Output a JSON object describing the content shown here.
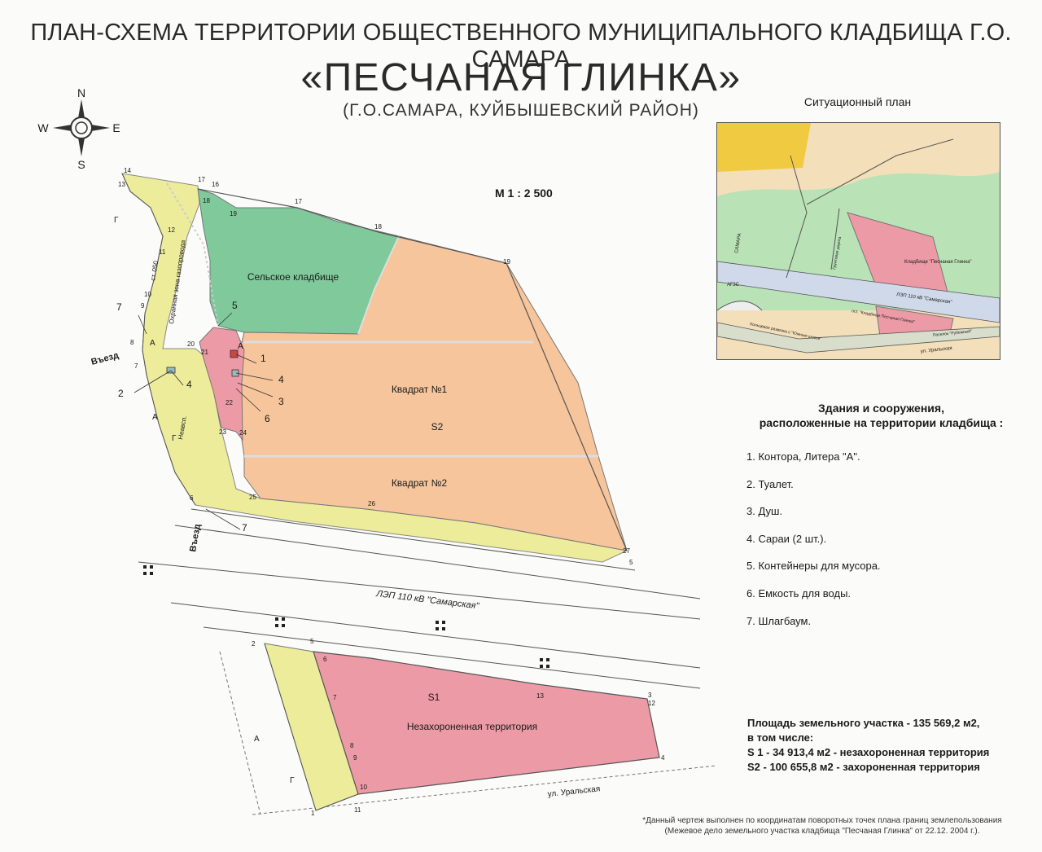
{
  "header": {
    "line1": "ПЛАН-СХЕМА ТЕРРИТОРИИ ОБЩЕСТВЕННОГО МУНИЦИПАЛЬНОГО КЛАДБИЩА Г.О. САМАРА",
    "line2": "«ПЕСЧАНАЯ ГЛИНКА»",
    "line3": "(Г.О.САМАРА, КУЙБЫШЕВСКИЙ РАЙОН)"
  },
  "compass": {
    "n": "N",
    "s": "S",
    "w": "W",
    "e": "E"
  },
  "scale": "М 1 : 2 500",
  "zones": {
    "village_cemetery": "Сельское кладбище",
    "square1": "Квадрат №1",
    "square2": "Квадрат №2",
    "s2": "S2",
    "s1": "S1",
    "unburied": "Незахороненная территория",
    "protection_zone": "Охранная зона газопровода",
    "ellipsis": "Неавсп."
  },
  "roads": {
    "entry1": "Въезд",
    "entry2": "Въезд",
    "power_line": "ЛЭП 110 кВ \"Самарская\"",
    "uralskaya": "ул. Уральская",
    "road_side": "ст. 050"
  },
  "letters": {
    "a1": "А",
    "a2": "А",
    "a3": "А",
    "a4": "А",
    "g1": "Г",
    "g2": "Г",
    "g3": "Г"
  },
  "points_north": [
    "14",
    "13",
    "17",
    "16",
    "18",
    "19",
    "17",
    "18",
    "19",
    "12",
    "11",
    "10",
    "9",
    "8",
    "7",
    "20",
    "21",
    "22",
    "23",
    "24",
    "25",
    "26",
    "27",
    "5",
    "6"
  ],
  "points_south": [
    "2",
    "5",
    "6",
    "7",
    "8",
    "9",
    "10",
    "11",
    "1",
    "3",
    "12",
    "13",
    "4"
  ],
  "callouts": {
    "c1": "1",
    "c2": "2",
    "c3": "3",
    "c4a": "4",
    "c4b": "4",
    "c5": "5",
    "c6": "6",
    "c7a": "7",
    "c7b": "7"
  },
  "situation": {
    "caption": "Ситуационный план",
    "cemetery_label": "Кладбище \"Песчаная Глинка\"",
    "power_line": "ЛЭП 110 кВ \"Самарская\"",
    "agzs": "АГЗС",
    "samara": "САМАРА",
    "street": "ул. Уральская",
    "settlement": "Поселок \"Рубежный\"",
    "ring": "Кольцевая развязка с \"Южным шоссе\"",
    "cemetery_stop": "ост. \"Кладбище Песчаная Глинка\"",
    "road": "Грунтовая дорога"
  },
  "buildings": {
    "title_line1": "Здания и сооружения,",
    "title_line2": "расположенные на территории кладбища :",
    "items": [
      "1. Контора, Литера \"А\".",
      "2. Туалет.",
      "3. Душ.",
      "4. Сараи (2 шт.).",
      "5. Контейнеры для мусора.",
      "6.  Емкость для воды.",
      "7.  Шлагбаум."
    ]
  },
  "area": {
    "line1": "Площадь земельного участка - 135 569,2 м2,",
    "line2": "в том числе:",
    "line3": "S 1 - 34 913,4 м2 - незахороненная территория",
    "line4": "S2 - 100 655,8 м2 - захороненная территория"
  },
  "footnote": {
    "line1": "*Данный чертеж выполнен по координатам поворотных точек плана границ землепользования",
    "line2": "(Межевое дело земельного участка кладбища \"Песчаная Глинка\" от 22.12. 2004 г.)."
  },
  "colors": {
    "yellow": "#ecec9b",
    "green": "#7fc99a",
    "orange": "#f6c59b",
    "pink": "#ec9aa5",
    "situation_bg": "#f3dfb9",
    "situation_green": "#b9e2b6",
    "situation_road": "#cfd9ea",
    "situation_yellow": "#f0cb42"
  }
}
